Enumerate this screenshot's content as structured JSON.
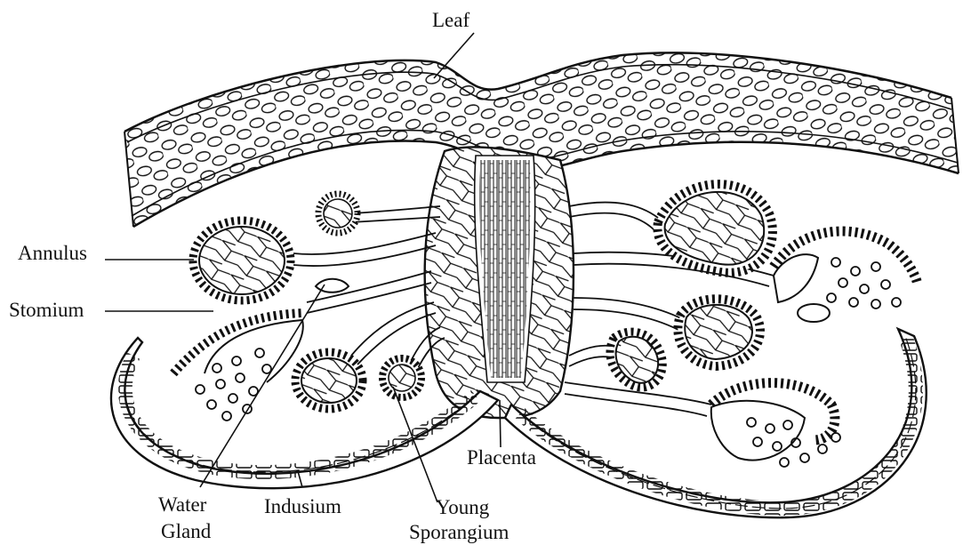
{
  "labels": {
    "leaf": "Leaf",
    "annulus": "Annulus",
    "stomium": "Stomium",
    "placenta": "Placenta",
    "water_gland_1": "Water",
    "water_gland_2": "Gland",
    "indusium": "Indusium",
    "young_sporangium_1": "Young",
    "young_sporangium_2": "Sporangium"
  },
  "colors": {
    "ink": "#111111",
    "paper": "#ffffff"
  }
}
